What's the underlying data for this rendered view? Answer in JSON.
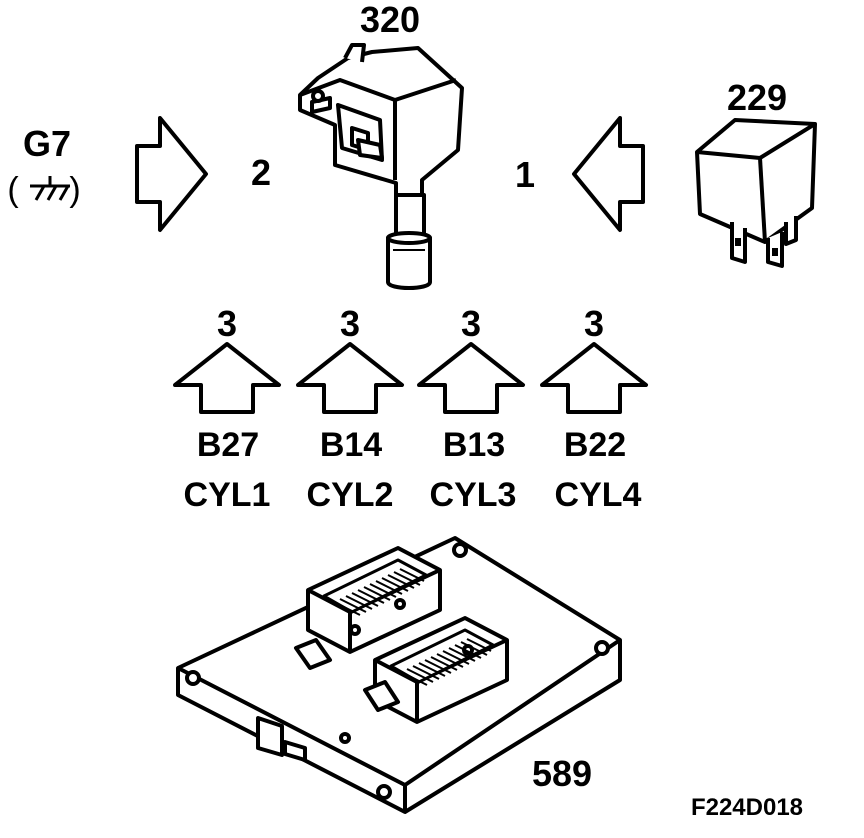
{
  "components": {
    "coil": {
      "number": "320"
    },
    "relay": {
      "number": "229"
    },
    "ecu": {
      "number": "589"
    },
    "ground": {
      "code": "G7",
      "symbol_open": "(",
      "symbol_close": ")"
    }
  },
  "pins": {
    "left": "2",
    "right": "1"
  },
  "outputs": [
    {
      "pin": "3",
      "code": "B27",
      "cylinder": "CYL1"
    },
    {
      "pin": "3",
      "code": "B14",
      "cylinder": "CYL2"
    },
    {
      "pin": "3",
      "code": "B13",
      "cylinder": "CYL3"
    },
    {
      "pin": "3",
      "code": "B22",
      "cylinder": "CYL4"
    }
  ],
  "figure_id": "F224D018"
}
